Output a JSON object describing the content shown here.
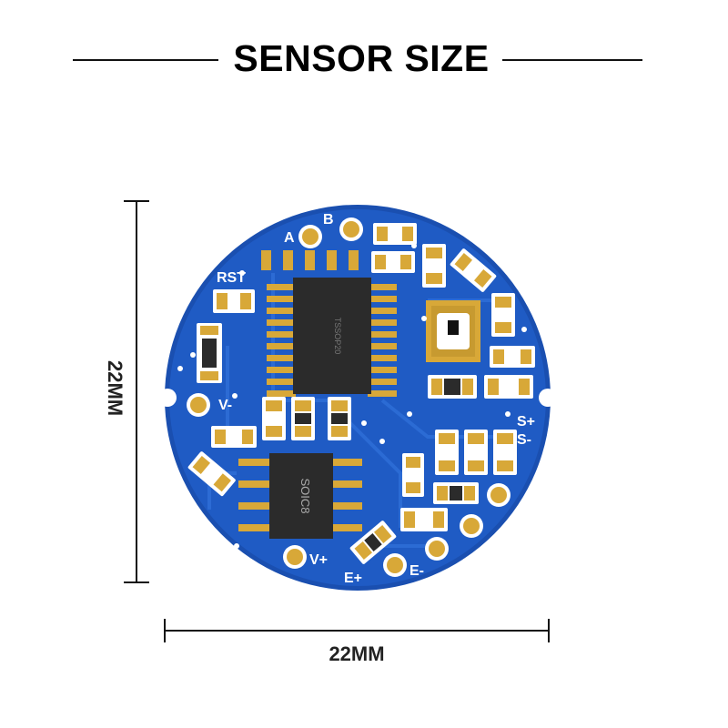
{
  "title": "SENSOR SIZE",
  "dimensions": {
    "height_label": "22MM",
    "width_label": "22MM"
  },
  "board": {
    "pad_labels": [
      "A",
      "B",
      "RST",
      "V-",
      "S+",
      "S-",
      "V+",
      "E+",
      "E-"
    ],
    "chip_labels": {
      "main_chip": "TSSOP20",
      "soic_chip": "SOIC8"
    },
    "colors": {
      "pcb_blue": "#1f5bc4",
      "pcb_edge": "#1a4fb0",
      "pad_gold": "#d8a838",
      "chip_black": "#2b2b2b",
      "silkscreen": "#ffffff"
    }
  }
}
